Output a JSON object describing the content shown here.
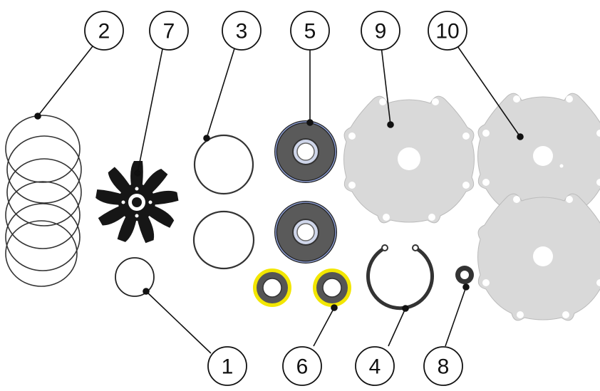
{
  "diagram": {
    "type": "exploded parts view",
    "callouts": [
      {
        "id": "c2",
        "label": "2"
      },
      {
        "id": "c7",
        "label": "7"
      },
      {
        "id": "c3",
        "label": "3"
      },
      {
        "id": "c5",
        "label": "5"
      },
      {
        "id": "c9",
        "label": "9"
      },
      {
        "id": "c10",
        "label": "10"
      },
      {
        "id": "c1",
        "label": "1"
      },
      {
        "id": "c6",
        "label": "6"
      },
      {
        "id": "c4",
        "label": "4"
      },
      {
        "id": "c8",
        "label": "8"
      }
    ],
    "colors": {
      "line": "#111111",
      "plate": "#d9d9d9",
      "seal_ring": "#f2e600",
      "bearing": "#555555",
      "impeller": "#161616"
    }
  }
}
